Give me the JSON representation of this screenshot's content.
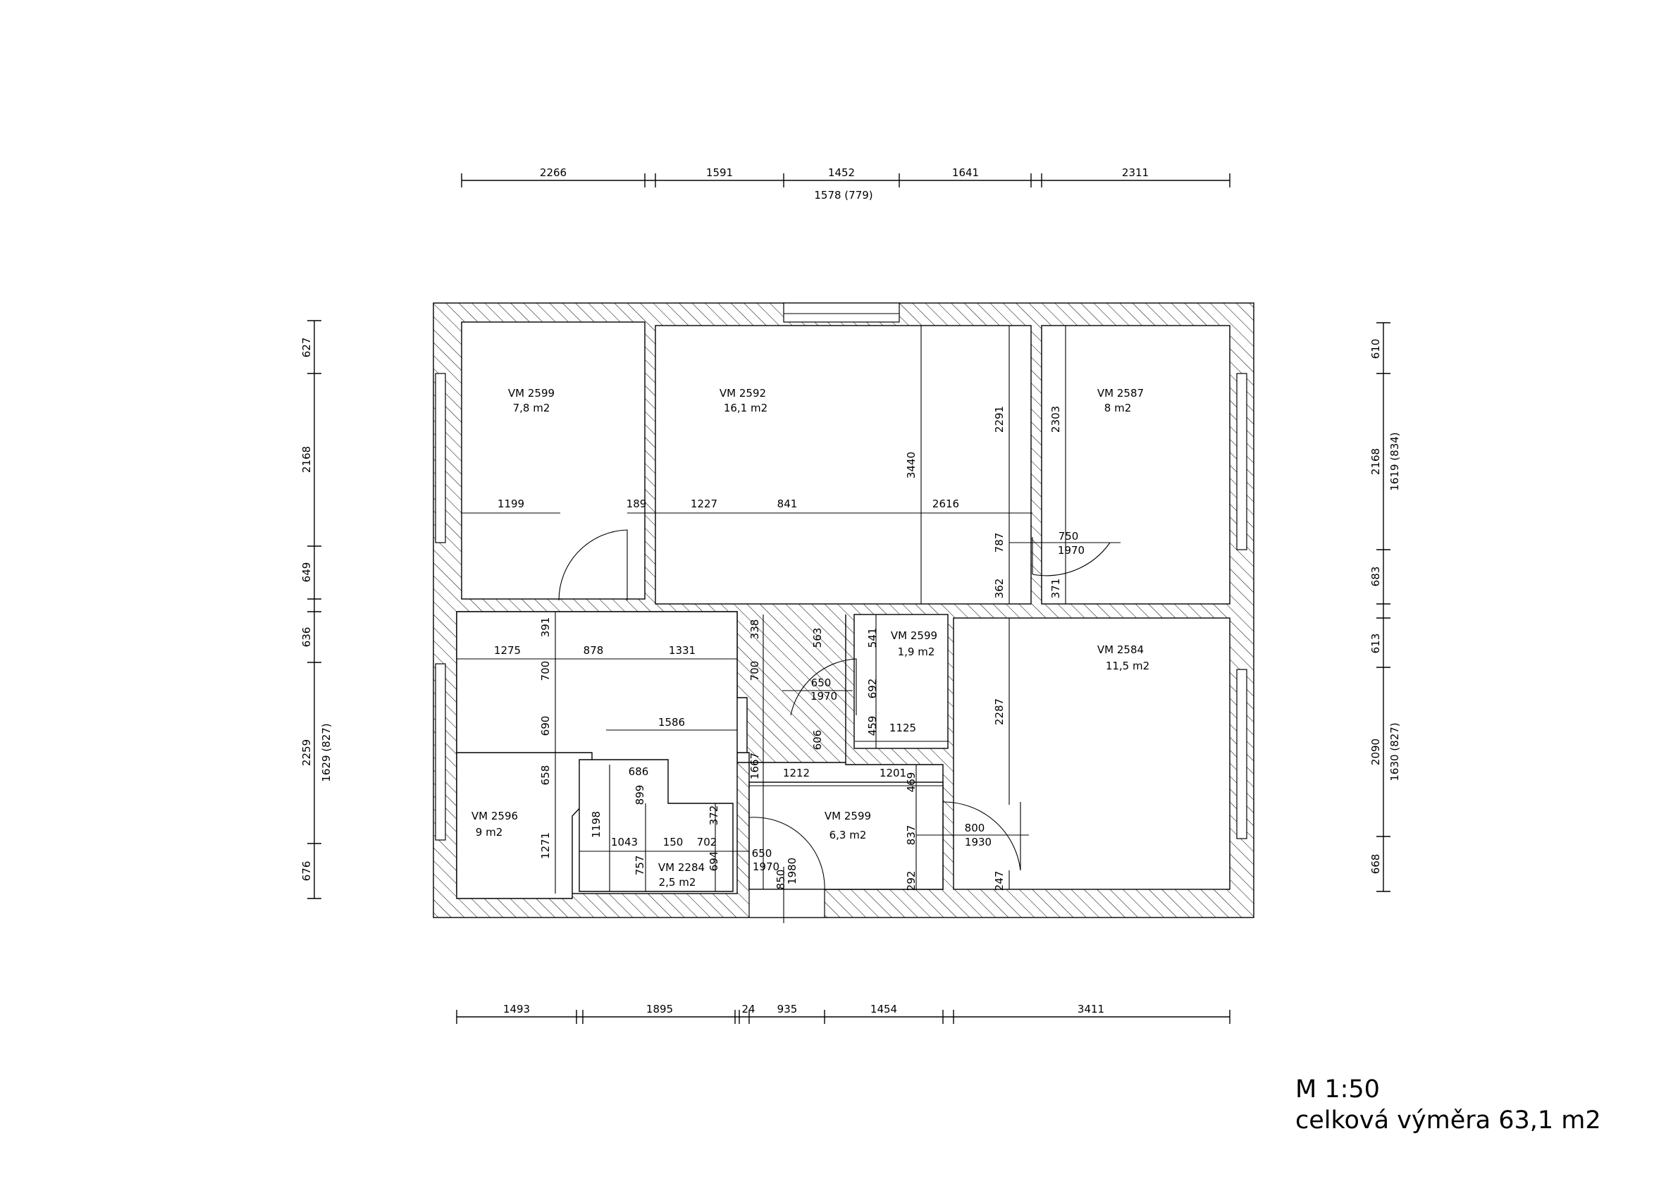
{
  "caption": {
    "scale": "M 1:50",
    "total_area": "celková výměra 63,1 m2"
  },
  "rooms": [
    {
      "code": "VM 2599",
      "area": "7,8 m2"
    },
    {
      "code": "VM 2592",
      "area": "16,1 m2"
    },
    {
      "code": "VM 2587",
      "area": "8 m2"
    },
    {
      "code": "VM 2599",
      "area": "1,9 m2"
    },
    {
      "code": "VM 2584",
      "area": "11,5 m2"
    },
    {
      "code": "VM 2596",
      "area": "9 m2"
    },
    {
      "code": "VM 2599",
      "area": "6,3 m2"
    },
    {
      "code": "VM 2284",
      "area": "2,5 m2"
    }
  ],
  "dims_top": [
    "2266",
    "1591",
    "1452",
    "1641",
    "2311",
    "1578 (779)"
  ],
  "dims_bottom": [
    "1493",
    "1895",
    "24",
    "935",
    "1454",
    "3411"
  ],
  "dims_left": [
    "627",
    "2168",
    "649",
    "636",
    "2259",
    "676",
    "1629 (827)"
  ],
  "dims_right": [
    "610",
    "2168",
    "683",
    "613",
    "2090",
    "668",
    "1619 (834)",
    "1630 (827)"
  ],
  "dims_inner": [
    "1199",
    "189",
    "1227",
    "841",
    "2616",
    "3440",
    "2291",
    "2303",
    "787",
    "362",
    "371",
    "750",
    "1970",
    "391",
    "1275",
    "878",
    "1331",
    "700",
    "690",
    "1586",
    "658",
    "1271",
    "338",
    "700",
    "563",
    "541",
    "692",
    "650",
    "1970",
    "606",
    "459",
    "1125",
    "1667",
    "1212",
    "1201",
    "469",
    "2287",
    "686",
    "899",
    "1198",
    "372",
    "1043",
    "150",
    "702",
    "757",
    "694",
    "650",
    "1970",
    "850",
    "1980",
    "837",
    "292",
    "800",
    "1930",
    "247"
  ]
}
